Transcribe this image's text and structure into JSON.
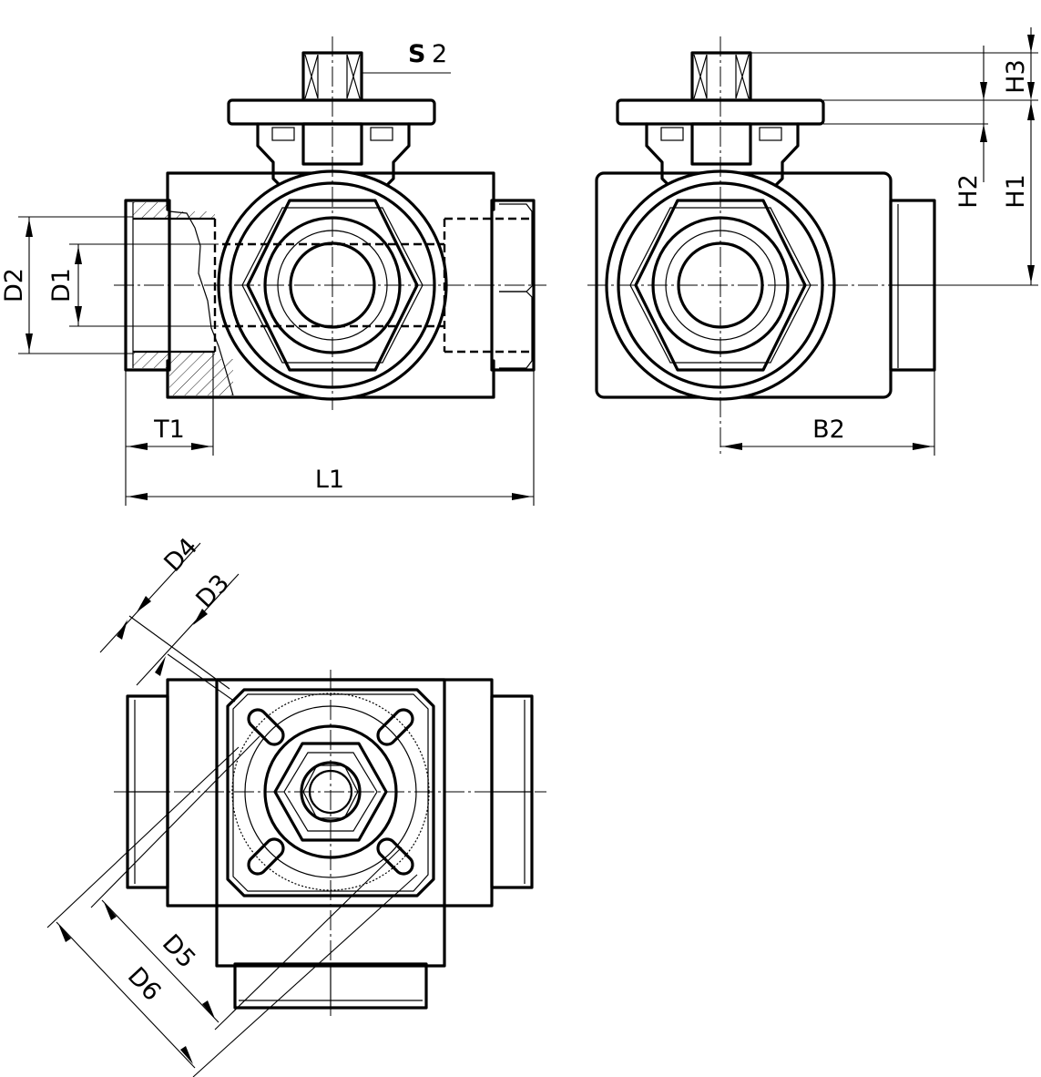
{
  "labels": {
    "s2_prefix": "S",
    "s2_number": "2",
    "h3": "H3",
    "h2": "H2",
    "h1": "H1",
    "d2": "D2",
    "d1": "D1",
    "t1": "T1",
    "l1": "L1",
    "b2": "B2",
    "d4": "D4",
    "d3": "D3",
    "d5": "D5",
    "d6": "D6"
  }
}
